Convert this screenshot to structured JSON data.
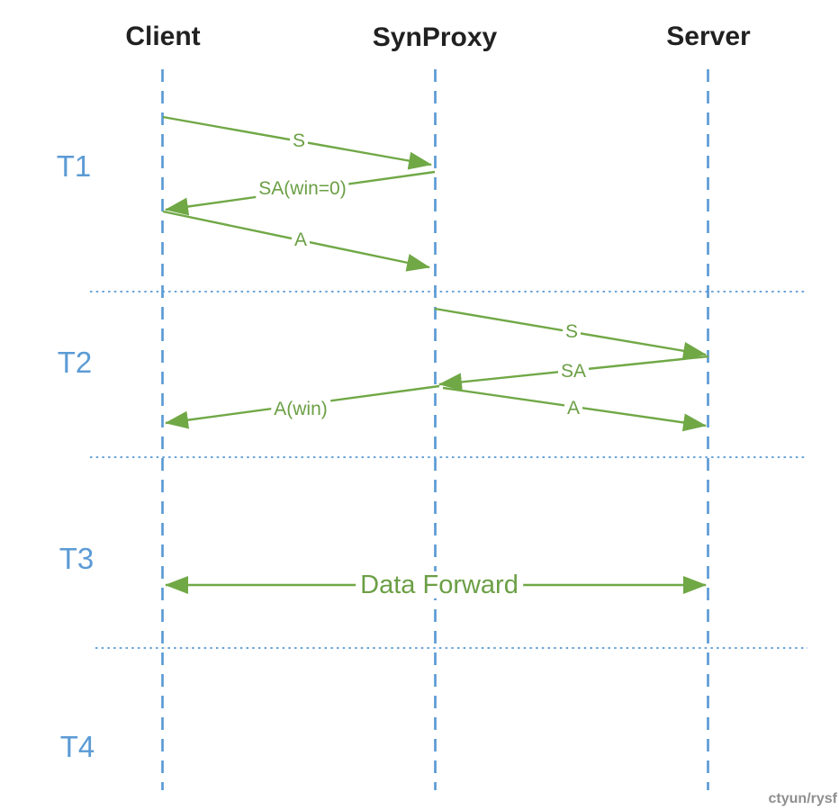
{
  "diagram": {
    "type": "tcp-synproxy-sequence",
    "watermark": "ctyun/rysf"
  },
  "colors": {
    "arrow_green": "#70a846",
    "label_green": "#6b9f45",
    "lifeline_blue": "#5b9bd5",
    "header_text": "#212121",
    "watermark_gray": "#8f8f8f"
  },
  "actors": [
    {
      "label": "Client"
    },
    {
      "label": "SynProxy"
    },
    {
      "label": "Server"
    }
  ],
  "phases": [
    {
      "label": "T1"
    },
    {
      "label": "T2"
    },
    {
      "label": "T3"
    },
    {
      "label": "T4"
    }
  ],
  "messages": {
    "t1_syn": {
      "label": "S",
      "from": "Client",
      "to": "SynProxy"
    },
    "t1_synack": {
      "label": "SA(win=0)",
      "from": "SynProxy",
      "to": "Client"
    },
    "t1_ack": {
      "label": "A",
      "from": "Client",
      "to": "SynProxy"
    },
    "t2_syn": {
      "label": "S",
      "from": "SynProxy",
      "to": "Server"
    },
    "t2_synack": {
      "label": "SA",
      "from": "Server",
      "to": "SynProxy"
    },
    "t2_ack_win": {
      "label": "A(win)",
      "from": "SynProxy",
      "to": "Client"
    },
    "t2_ack": {
      "label": "A",
      "from": "SynProxy",
      "to": "Server"
    },
    "t3_data": {
      "label": "Data Forward",
      "from": "Client",
      "to": "Server",
      "bidirectional": true
    }
  }
}
